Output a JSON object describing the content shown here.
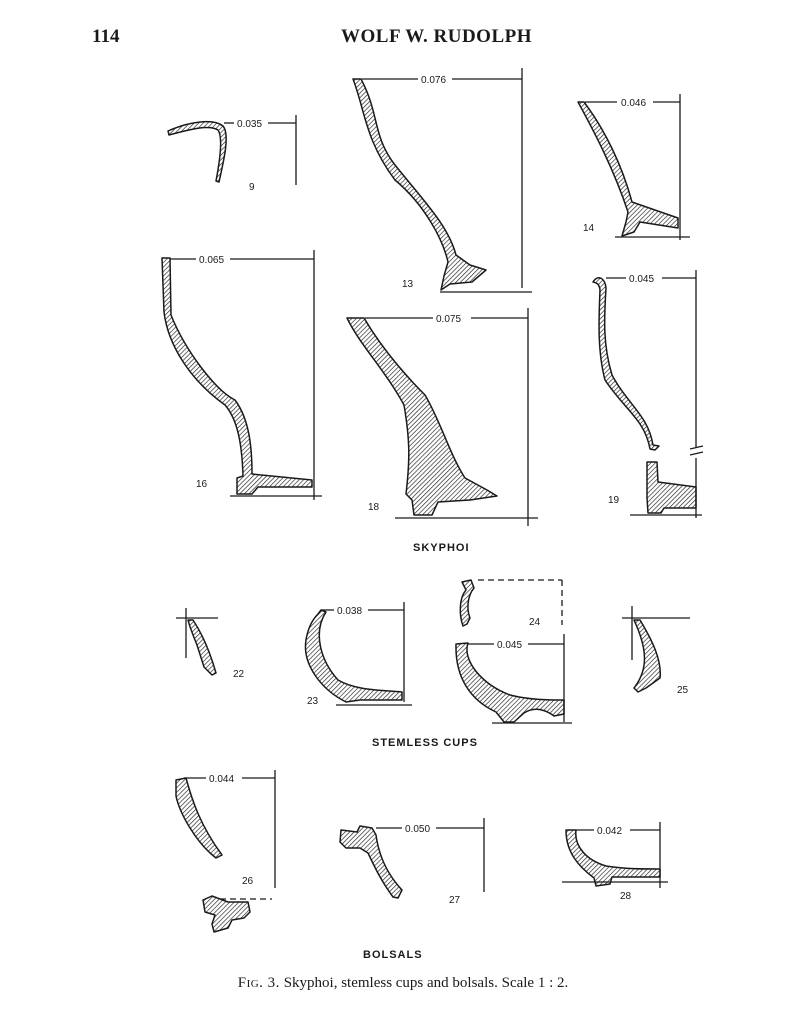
{
  "header": {
    "page_number": "114",
    "running_title": "WOLF W. RUDOLPH"
  },
  "sections": {
    "skyphoi": "SKYPHOI",
    "stemless_cups": "STEMLESS CUPS",
    "bolsals": "BOLSALS"
  },
  "profiles": {
    "p9": {
      "number": "9",
      "diameter": "0.035"
    },
    "p13": {
      "number": "13",
      "diameter": "0.076"
    },
    "p14": {
      "number": "14",
      "diameter": "0.046"
    },
    "p16": {
      "number": "16",
      "diameter": "0.065"
    },
    "p18": {
      "number": "18",
      "diameter": "0.075"
    },
    "p19": {
      "number": "19",
      "diameter": "0.045"
    },
    "p22": {
      "number": "22"
    },
    "p23": {
      "number": "23",
      "diameter": "0.038"
    },
    "p24": {
      "number": "24",
      "diameter": "0.045"
    },
    "p25": {
      "number": "25"
    },
    "p26": {
      "number": "26",
      "diameter": "0.044"
    },
    "p27": {
      "number": "27",
      "diameter": "0.050"
    },
    "p28": {
      "number": "28",
      "diameter": "0.042"
    }
  },
  "caption": {
    "fig_label": "Fig. 3.",
    "text": "Skyphoi, stemless cups and bolsals.  Scale 1 : 2."
  }
}
